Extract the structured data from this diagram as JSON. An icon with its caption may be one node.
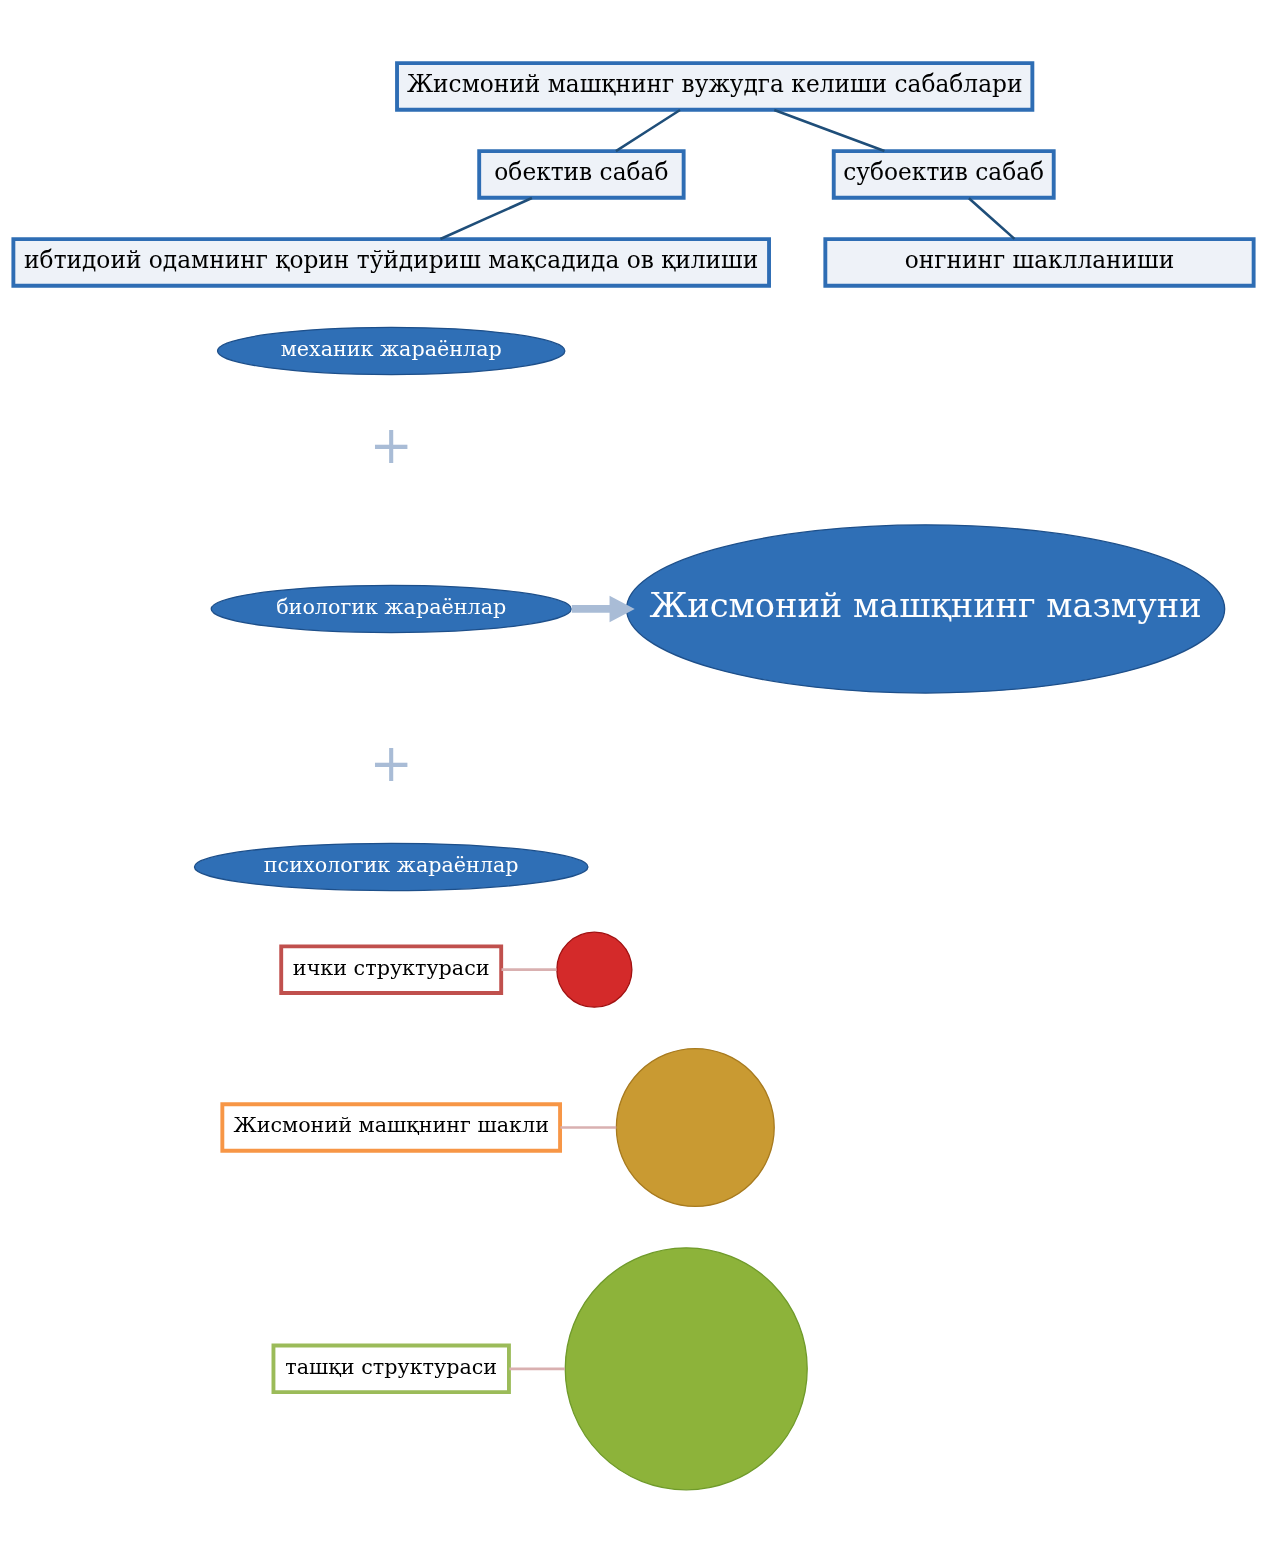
{
  "diagram": {
    "nodes": [
      {
        "text": [
          "Жисмоний машқнинг вужудга келиши сабаблари"
        ]
      },
      {
        "text": [
          "обектив сабаб"
        ]
      },
      {
        "text": [
          "субоектив сабаб"
        ]
      },
      {
        "text": [
          "ибтидоий одамнинг қорин тўйдириш мақсадида ов қилиши"
        ]
      },
      {
        "text": [
          "онгнинг шаклланиши"
        ]
      },
      {
        "text": [
          "механик жараёнлар"
        ]
      },
      {
        "text": [
          "биологик жараёнлар"
        ]
      },
      {
        "text": [
          "Жисмоний машқнинг мазмуни"
        ]
      },
      {
        "text": [
          "психологик жараёнлар"
        ]
      },
      {
        "text": [
          "ички структураси"
        ]
      },
      {
        "text": [
          "Жисмоний машқнинг шакли"
        ]
      },
      {
        "text": [
          "ташқи структураси"
        ]
      },
      {
        "text": [],
        "shape": "circle"
      },
      {
        "text": [],
        "shape": "circle"
      },
      {
        "text": [],
        "shape": "circle"
      }
    ],
    "edges": [
      {
        "from": 0,
        "to": 1,
        "arrow": "none"
      },
      {
        "from": 0,
        "to": 2,
        "arrow": "none"
      },
      {
        "from": 1,
        "to": 3,
        "arrow": "none"
      },
      {
        "from": 2,
        "to": 4,
        "arrow": "none"
      },
      {
        "from": 6,
        "to": 7,
        "arrow": "to",
        "style": "thick",
        "color": "#a9bcd6"
      },
      {
        "from": 9,
        "to": 14,
        "arrow": "none",
        "color": "#d9b0b0"
      },
      {
        "from": 10,
        "to": 13,
        "arrow": "none",
        "color": "#d9b0b0"
      },
      {
        "from": 11,
        "to": 12,
        "arrow": "none",
        "color": "#d9b0b0"
      }
    ],
    "labels": [
      "+",
      "+"
    ]
  }
}
